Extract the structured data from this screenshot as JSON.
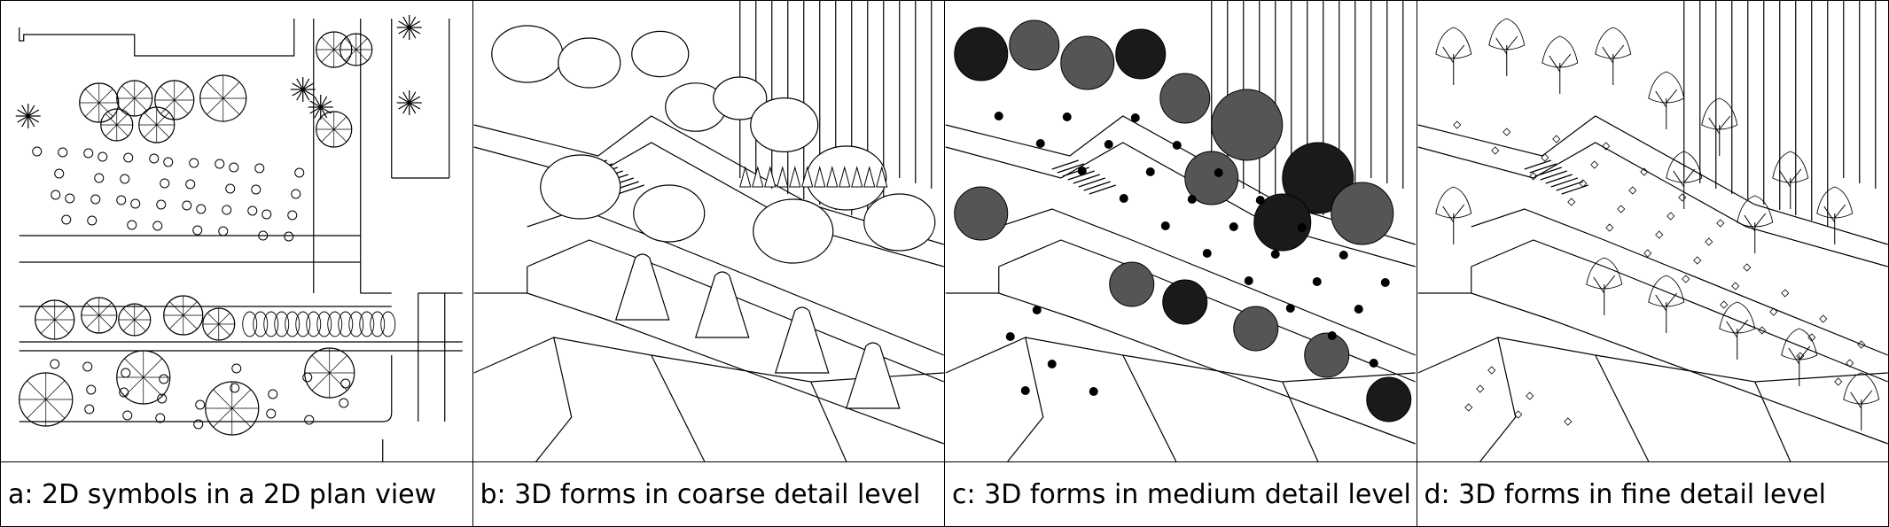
{
  "figure": {
    "panels": [
      {
        "id": "a",
        "caption": "a: 2D symbols in a 2D plan view"
      },
      {
        "id": "b",
        "caption": "b: 3D forms in coarse detail level"
      },
      {
        "id": "c",
        "caption": "c: 3D forms in medium detail level"
      },
      {
        "id": "d",
        "caption": "d: 3D forms in fine detail level"
      }
    ]
  },
  "colors": {
    "line": "#000000",
    "background": "#ffffff",
    "medium_fill": "#555555",
    "dark_fill": "#1a1a1a"
  }
}
